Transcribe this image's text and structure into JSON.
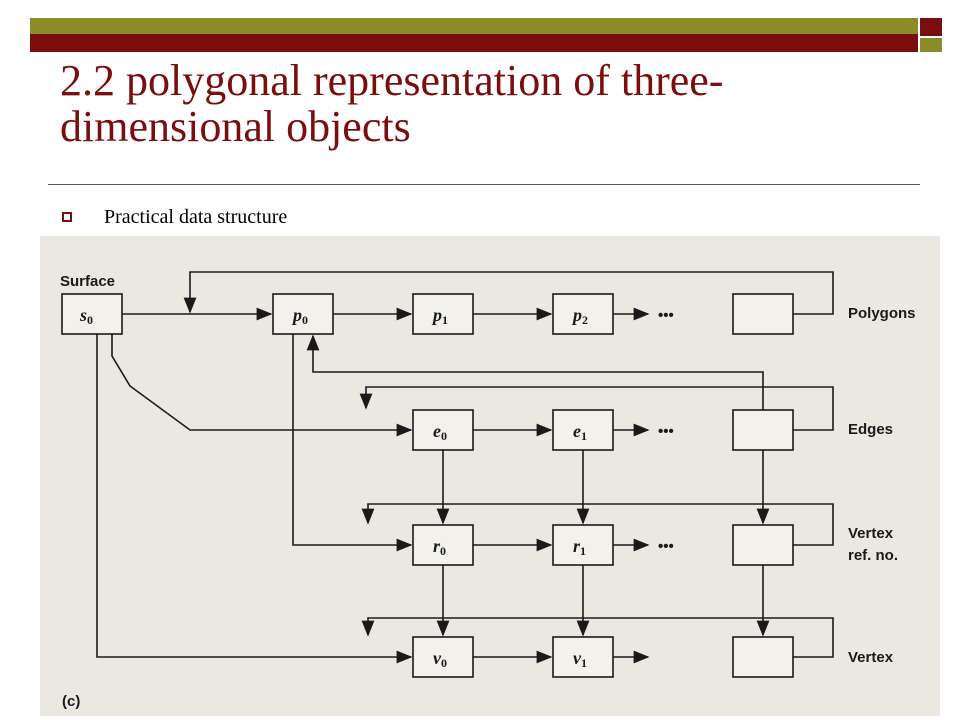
{
  "slide": {
    "title": "2.2 polygonal representation of three-dimensional objects",
    "title_line1": "2.2 polygonal representation of three-",
    "title_line2": "dimensional objects",
    "bullet": "Practical data structure"
  },
  "diagram": {
    "surface_label": "Surface",
    "surface_node": {
      "base": "s",
      "sub": "0"
    },
    "rows": [
      {
        "label": "Polygons",
        "nodes": [
          {
            "base": "p",
            "sub": "0"
          },
          {
            "base": "p",
            "sub": "1"
          },
          {
            "base": "p",
            "sub": "2"
          }
        ]
      },
      {
        "label": "Edges",
        "nodes": [
          {
            "base": "e",
            "sub": "0"
          },
          {
            "base": "e",
            "sub": "1"
          }
        ]
      },
      {
        "label_line1": "Vertex",
        "label_line2": "ref. no.",
        "nodes": [
          {
            "base": "r",
            "sub": "0"
          },
          {
            "base": "r",
            "sub": "1"
          }
        ]
      },
      {
        "label": "Vertex",
        "nodes": [
          {
            "base": "v",
            "sub": "0"
          },
          {
            "base": "v",
            "sub": "1"
          }
        ]
      }
    ],
    "ellipsis": "•••",
    "caption": "(c)"
  },
  "colors": {
    "accent": "#7a0e0e",
    "olive": "#8b8b28"
  }
}
